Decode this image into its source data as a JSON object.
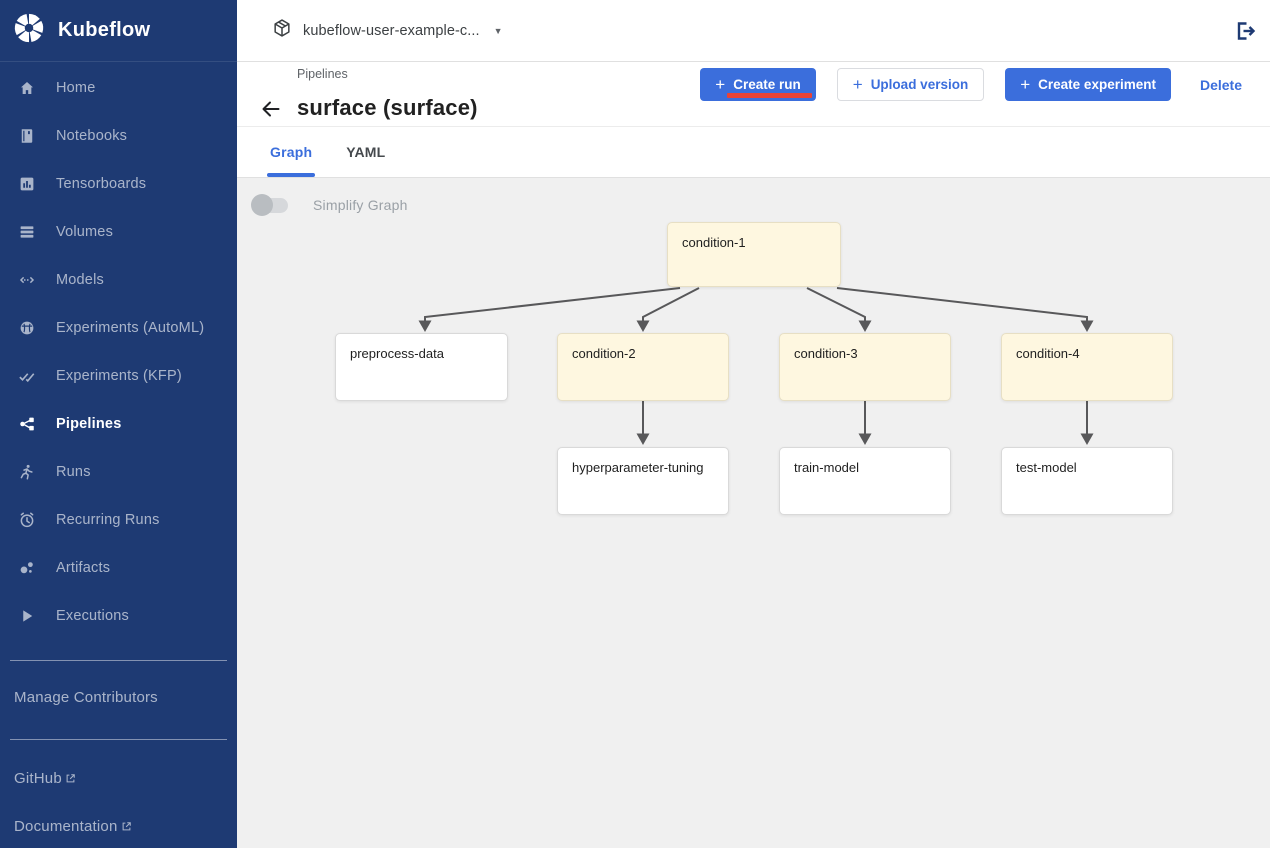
{
  "app": {
    "name": "Kubeflow"
  },
  "icons": {
    "plus": "+",
    "caret_down": "▼"
  },
  "topbar": {
    "namespace": "kubeflow-user-example-c..."
  },
  "sidebar": {
    "items": [
      {
        "label": "Home",
        "icon": "home-icon",
        "active": false
      },
      {
        "label": "Notebooks",
        "icon": "notebooks-icon",
        "active": false
      },
      {
        "label": "Tensorboards",
        "icon": "tensorboards-icon",
        "active": false
      },
      {
        "label": "Volumes",
        "icon": "volumes-icon",
        "active": false
      },
      {
        "label": "Models",
        "icon": "models-icon",
        "active": false
      },
      {
        "label": "Experiments (AutoML)",
        "icon": "experiments-automl-icon",
        "active": false
      },
      {
        "label": "Experiments (KFP)",
        "icon": "experiments-kfp-icon",
        "active": false
      },
      {
        "label": "Pipelines",
        "icon": "pipelines-icon",
        "active": true
      },
      {
        "label": "Runs",
        "icon": "runs-icon",
        "active": false
      },
      {
        "label": "Recurring Runs",
        "icon": "recurring-runs-icon",
        "active": false
      },
      {
        "label": "Artifacts",
        "icon": "artifacts-icon",
        "active": false
      },
      {
        "label": "Executions",
        "icon": "executions-icon",
        "active": false
      }
    ],
    "manage_contributors_label": "Manage Contributors",
    "links": [
      {
        "label": "GitHub"
      },
      {
        "label": "Documentation"
      }
    ]
  },
  "header": {
    "breadcrumb": "Pipelines",
    "title": "surface (surface)",
    "create_run_label": "Create run",
    "upload_version_label": "Upload version",
    "create_experiment_label": "Create experiment",
    "delete_label": "Delete"
  },
  "tabs": {
    "graph": "Graph",
    "yaml": "YAML",
    "active_tab": "Graph"
  },
  "canvas": {
    "simplify_graph_label": "Simplify Graph",
    "simplify_graph_state": "off"
  },
  "graph": {
    "nodes": [
      {
        "label": "condition-1",
        "type": "condition"
      },
      {
        "label": "preprocess-data",
        "type": "task"
      },
      {
        "label": "condition-2",
        "type": "condition"
      },
      {
        "label": "condition-3",
        "type": "condition"
      },
      {
        "label": "condition-4",
        "type": "condition"
      },
      {
        "label": "hyperparameter-tuning",
        "type": "task"
      },
      {
        "label": "train-model",
        "type": "task"
      },
      {
        "label": "test-model",
        "type": "task"
      }
    ],
    "edges": [
      [
        "condition-1",
        "preprocess-data"
      ],
      [
        "condition-1",
        "condition-2"
      ],
      [
        "condition-1",
        "condition-3"
      ],
      [
        "condition-1",
        "condition-4"
      ],
      [
        "condition-2",
        "hyperparameter-tuning"
      ],
      [
        "condition-3",
        "train-model"
      ],
      [
        "condition-4",
        "test-model"
      ]
    ]
  },
  "colors": {
    "sidebar_navy": "#1e3a73",
    "accent_blue": "#3b6edc",
    "annotation_red": "#ea4335",
    "condition_node_fill": "#fef7e0",
    "task_node_fill": "#ffffff",
    "canvas_gray": "#f0f0f0",
    "edge_gray": "#58585a"
  }
}
